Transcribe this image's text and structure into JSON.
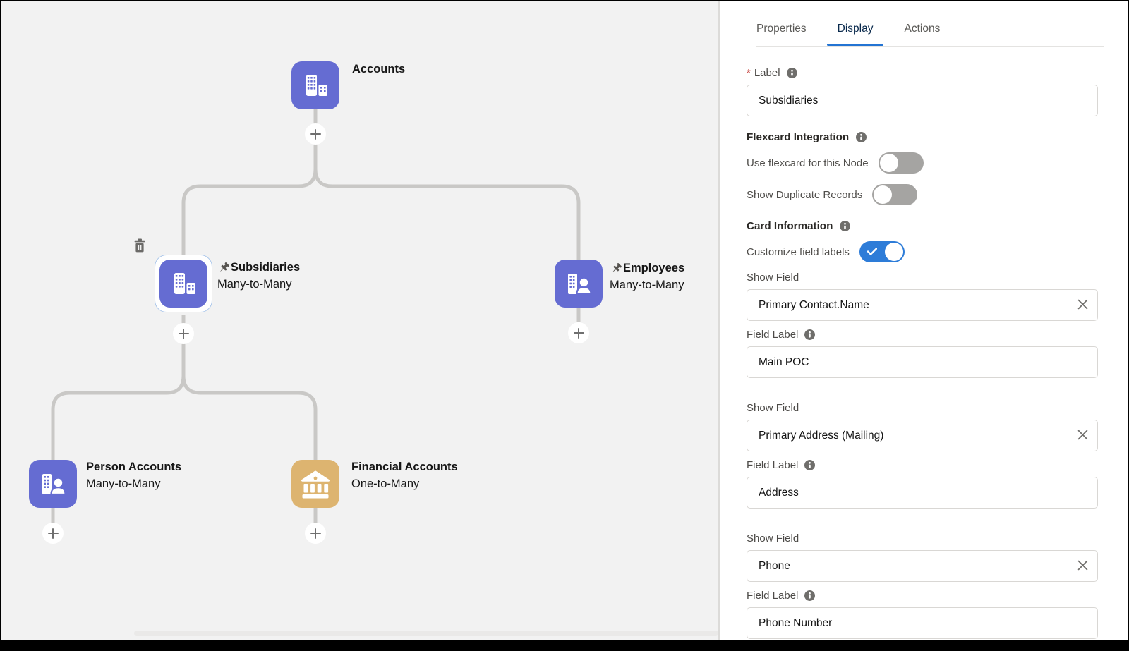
{
  "canvas": {
    "background": "#f2f2f2",
    "connector_color": "#c9c8c6",
    "node_colors": {
      "account_purple": "#656CD2",
      "financial_tan": "#DDB470"
    },
    "nodes": [
      {
        "label": "Accounts",
        "relationship": "",
        "icon": "buildings-icon",
        "pinned": false,
        "selected": false
      },
      {
        "label": "Subsidiaries",
        "relationship": "Many-to-Many",
        "icon": "buildings-icon",
        "pinned": true,
        "selected": true
      },
      {
        "label": "Employees",
        "relationship": "Many-to-Many",
        "icon": "building-person-icon",
        "pinned": true,
        "selected": false
      },
      {
        "label": "Person Accounts",
        "relationship": "Many-to-Many",
        "icon": "building-person-icon",
        "pinned": false,
        "selected": false
      },
      {
        "label": "Financial Accounts",
        "relationship": "One-to-Many",
        "icon": "bank-icon",
        "pinned": false,
        "selected": false
      }
    ]
  },
  "panel": {
    "accent_color": "#2374d3",
    "tabs": [
      {
        "label": "Properties",
        "active": false
      },
      {
        "label": "Display",
        "active": true
      },
      {
        "label": "Actions",
        "active": false
      }
    ],
    "label_field": {
      "required_marker": "*",
      "label": "Label",
      "value": "Subsidiaries"
    },
    "flexcard": {
      "title": "Flexcard Integration",
      "toggles": [
        {
          "label": "Use flexcard for this Node",
          "on": false
        },
        {
          "label": "Show Duplicate Records",
          "on": false
        }
      ]
    },
    "card_information": {
      "title": "Card Information",
      "customize": {
        "label": "Customize field labels",
        "on": true
      }
    },
    "show_field_label": "Show Field",
    "field_label_label": "Field Label",
    "field_groups": [
      {
        "show_field": "Primary Contact.Name",
        "field_label": "Main POC"
      },
      {
        "show_field": "Primary Address (Mailing)",
        "field_label": "Address"
      },
      {
        "show_field": "Phone",
        "field_label": "Phone Number"
      }
    ]
  }
}
